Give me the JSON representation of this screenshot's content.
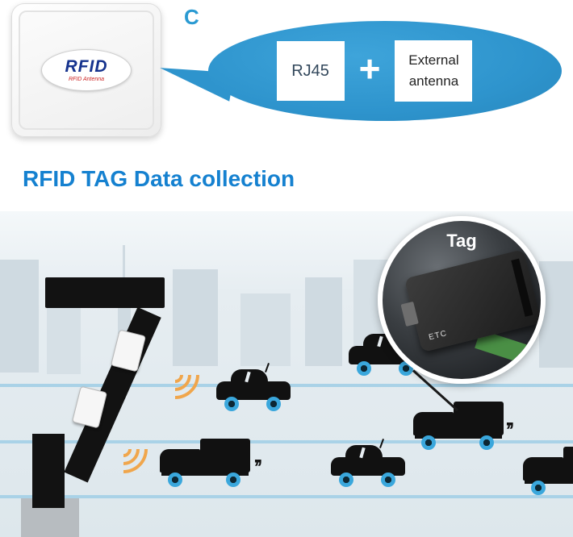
{
  "top": {
    "option_label": "C",
    "product": {
      "logo": "RFID",
      "logo_sub": "RFID Antenna"
    },
    "bubble": {
      "rj45": "RJ45",
      "plus": "+",
      "external_line1": "External",
      "external_line2": "antenna"
    }
  },
  "heading": "RFID TAG Data collection",
  "scene": {
    "tag_label": "Tag",
    "device_text": "ETC",
    "motion_mark": "’’",
    "vehicles": [
      {
        "type": "car",
        "marks": false
      },
      {
        "type": "car",
        "marks": true
      },
      {
        "type": "truck",
        "marks": true
      },
      {
        "type": "car",
        "marks": false
      },
      {
        "type": "truck",
        "marks": true
      },
      {
        "type": "truck",
        "marks": false
      }
    ]
  },
  "colors": {
    "accent_blue": "#2E94CD",
    "heading_blue": "#1581D0",
    "logo_blue": "#16338E",
    "wave_orange": "#F0A64C",
    "wheel_blue": "#3AA7DC",
    "road_line": "#A9D2E7"
  }
}
